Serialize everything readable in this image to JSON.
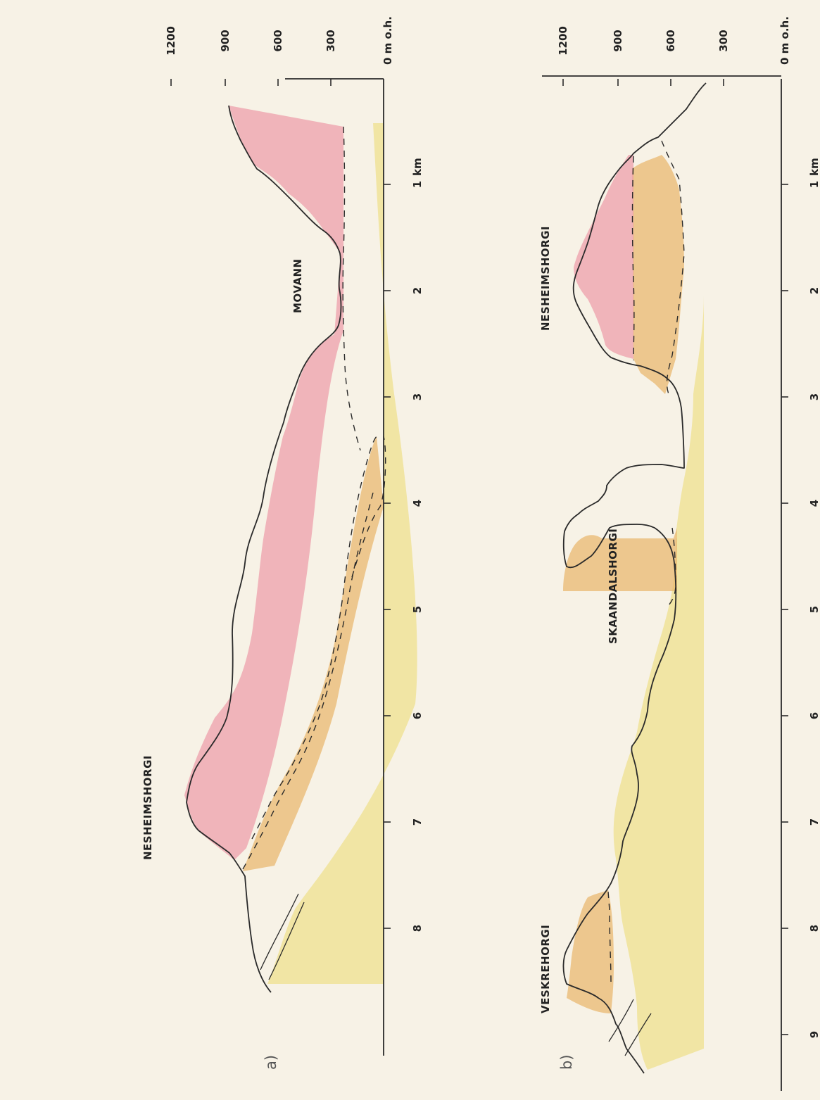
{
  "panels": [
    {
      "label": "a)",
      "elevation_ticks": [
        "1200",
        "900",
        "600",
        "300"
      ],
      "elevation_unit": "0 m o.h.",
      "distance_ticks": [
        "1",
        "2",
        "3",
        "4",
        "5",
        "6",
        "7",
        "8"
      ],
      "distance_unit": "km",
      "place_names": [
        "MOVANN",
        "NESHEIMSHORGI"
      ]
    },
    {
      "label": "b)",
      "elevation_ticks": [
        "1200",
        "900",
        "600",
        "300"
      ],
      "elevation_unit": "0 m o.h.",
      "distance_ticks": [
        "1",
        "2",
        "3",
        "4",
        "5",
        "6",
        "7",
        "8",
        "9"
      ],
      "distance_unit": "km",
      "place_names": [
        "NESHEIMSHORGI",
        "SKAANDALSHORGI",
        "VESKREHORGI"
      ]
    }
  ],
  "colors": {
    "upper_unit": "#ec9aa6",
    "middle_unit": "#e9b870",
    "lower_unit": "#efe08e",
    "outline": "#2a2a2a",
    "paper": "#f7f2e6"
  }
}
